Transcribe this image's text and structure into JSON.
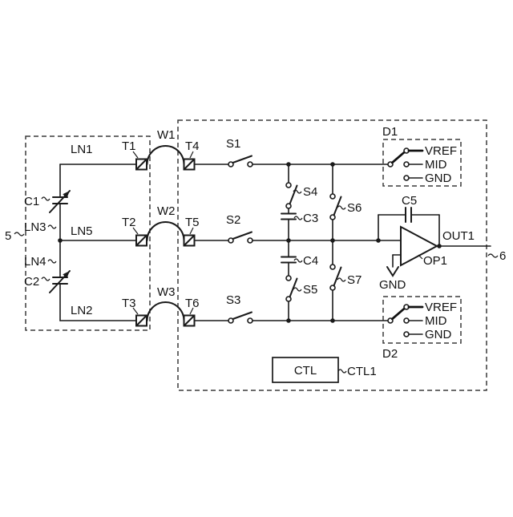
{
  "figure": {
    "resonator_block": {
      "ref": "5",
      "ln1": "LN1",
      "ln2": "LN2",
      "ln3": "LN3",
      "ln4": "LN4",
      "ln5": "LN5",
      "c1": "C1",
      "c2": "C2"
    },
    "transformers": {
      "w1": "W1",
      "w2": "W2",
      "w3": "W3",
      "t1": "T1",
      "t2": "T2",
      "t3": "T3",
      "t4": "T4",
      "t5": "T5",
      "t6": "T6"
    },
    "detector_block": {
      "ref": "6",
      "s1": "S1",
      "s2": "S2",
      "s3": "S3",
      "s4": "S4",
      "s5": "S5",
      "s6": "S6",
      "s7": "S7",
      "c3": "C3",
      "c4": "C4",
      "c5": "C5",
      "d1": {
        "label": "D1",
        "options": [
          "VREF",
          "MID",
          "GND"
        ]
      },
      "d2": {
        "label": "D2",
        "options": [
          "VREF",
          "MID",
          "GND"
        ]
      },
      "opamp": {
        "label": "OP1",
        "output": "OUT1",
        "ground": "GND"
      },
      "ctl": {
        "box": "CTL",
        "ref": "CTL1"
      }
    }
  }
}
